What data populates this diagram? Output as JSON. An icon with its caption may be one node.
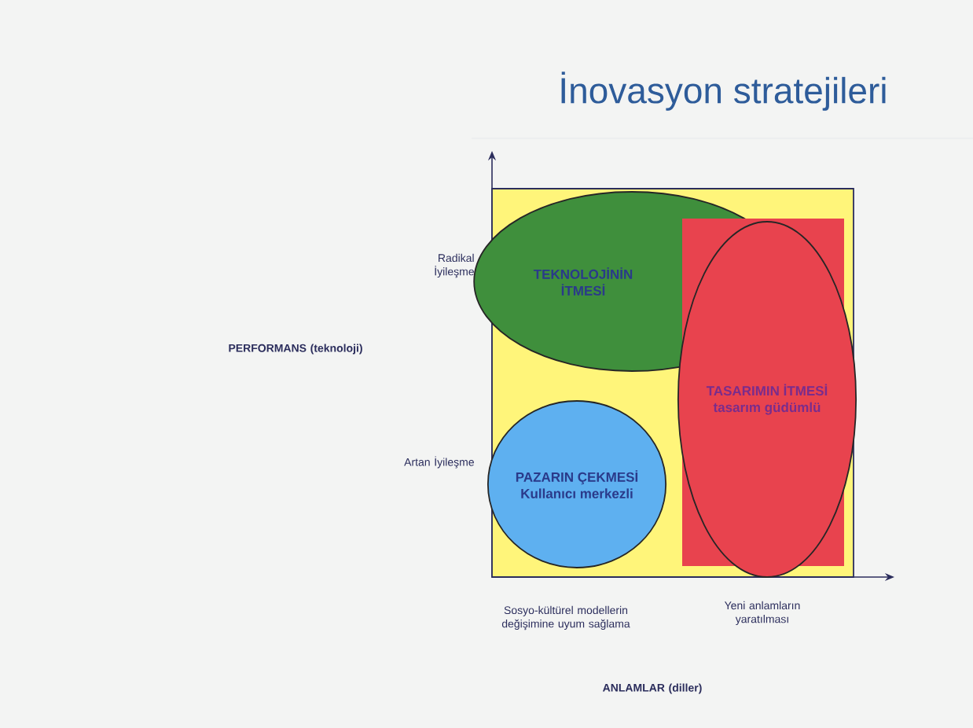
{
  "diagram": {
    "title": "İnovasyon stratejileri",
    "nodes": [
      {
        "text": [],
        "shape": "box"
      },
      {
        "text": [
          "TEKNOLOJİNİN İTMESİ"
        ],
        "in": 0
      },
      {
        "text": [
          "TASARIMIN İTMESİ",
          "tasarım güdümlü"
        ],
        "in": 0
      },
      {
        "text": [
          "PAZARIN ÇEKMESİ",
          "Kullanıcı merkezli"
        ],
        "in": 0
      }
    ],
    "labels": [
      "Radikal İyileşme",
      "PERFORMANS (teknoloji)",
      "Artan İyileşme",
      "Sosyo-kültürel modellerin değişimine uyum sağlama",
      "Yeni anlamların yaratılması",
      "ANLAMLAR (diller)"
    ]
  }
}
